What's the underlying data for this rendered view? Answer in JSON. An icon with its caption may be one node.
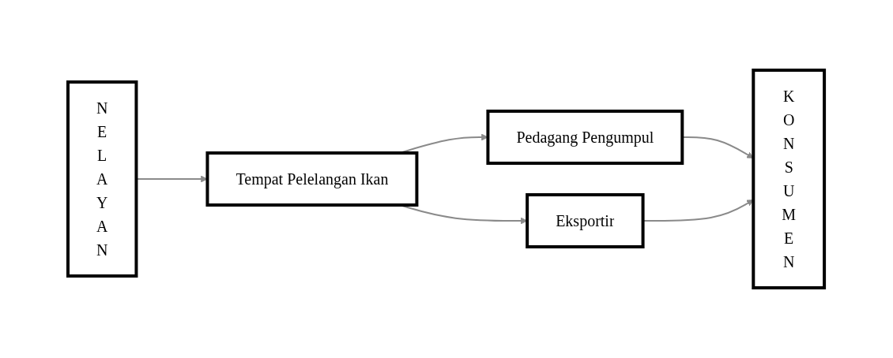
{
  "diagram": {
    "nodes": [
      {
        "text": [
          "N E L A Y A N"
        ]
      },
      {
        "text": [
          "Tempat Pelelangan Ikan"
        ]
      },
      {
        "text": [
          "Pedagang Pengumpul"
        ]
      },
      {
        "text": [
          "Eksportir"
        ]
      },
      {
        "text": [
          "K O N S U M E N"
        ]
      }
    ],
    "edges": [
      {
        "from": 0,
        "to": 1,
        "arrow": "to"
      },
      {
        "from": 1,
        "to": 2,
        "arrow": "to"
      },
      {
        "from": 1,
        "to": 3,
        "arrow": "to"
      },
      {
        "from": 2,
        "to": 4,
        "arrow": "to"
      },
      {
        "from": 3,
        "to": 4,
        "arrow": "to"
      }
    ]
  }
}
